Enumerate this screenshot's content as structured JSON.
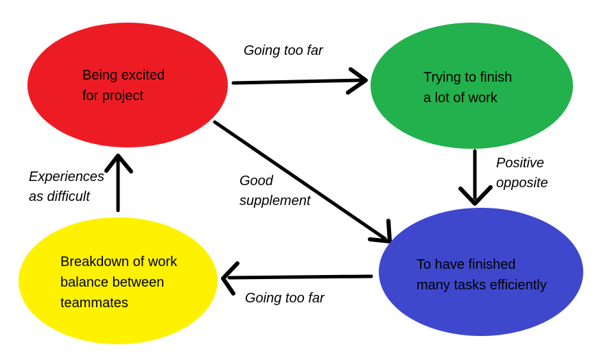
{
  "nodes": {
    "excited": {
      "line1": "Being excited",
      "line2": "for project",
      "color": "#ED1C24"
    },
    "trying": {
      "line1": "Trying to finish",
      "line2": "a lot of work",
      "color": "#22B14C"
    },
    "breakdown": {
      "line1": "Breakdown of work",
      "line2": "balance between",
      "line3": "teammates",
      "color": "#FFF200"
    },
    "finished": {
      "line1": "To have finished",
      "line2": "many tasks efficiently",
      "color": "#3F48CC"
    }
  },
  "edges": {
    "excited_to_trying": {
      "label": "Going too far"
    },
    "trying_to_finished": {
      "line1": "Positive",
      "line2": "opposite"
    },
    "excited_to_finished": {
      "line1": "Good",
      "line2": "supplement"
    },
    "finished_to_breakdown": {
      "label": "Going too far"
    },
    "breakdown_to_excited": {
      "line1": "Experiences",
      "line2": "as difficult"
    }
  },
  "colors": {
    "background": "#FFFFFF",
    "arrow": "#000000",
    "text": "#000000"
  }
}
